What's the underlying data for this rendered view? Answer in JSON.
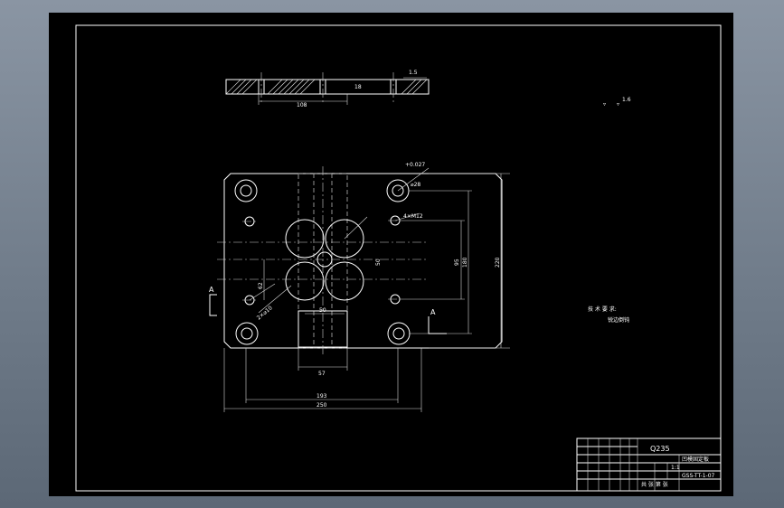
{
  "drawing": {
    "section_marker": "A",
    "roughness_value": "1.6",
    "material": "Q235",
    "tech_requirements_title": "技 术 要 求:",
    "tech_requirements_note": "锐边倒钝"
  },
  "dimensions": {
    "overall_width": "250",
    "hole_pitch_x": "193",
    "slot_width": "57",
    "center_pitch": "50",
    "overall_height": "220",
    "hole_pitch_y": "180",
    "half_pitch_y": "95",
    "small_offset": "62",
    "center_offset": "50",
    "hole_tolerance": "+0.027",
    "hole_diameter_label": "⌀28",
    "thread_label": "4×M12",
    "pin_hole_label": "2×⌀10",
    "side_length": "108",
    "side_height": "18",
    "side_small": "1.5"
  },
  "title_block": {
    "part_name": "凹模固定板",
    "drawing_no": "GSS-TT-1-07",
    "ratio": "1:1",
    "sheet_label": "共 张 第 张"
  },
  "colors": {
    "background": "#000000",
    "line": "#ffffff",
    "frame_outer": "#6e7a88"
  }
}
